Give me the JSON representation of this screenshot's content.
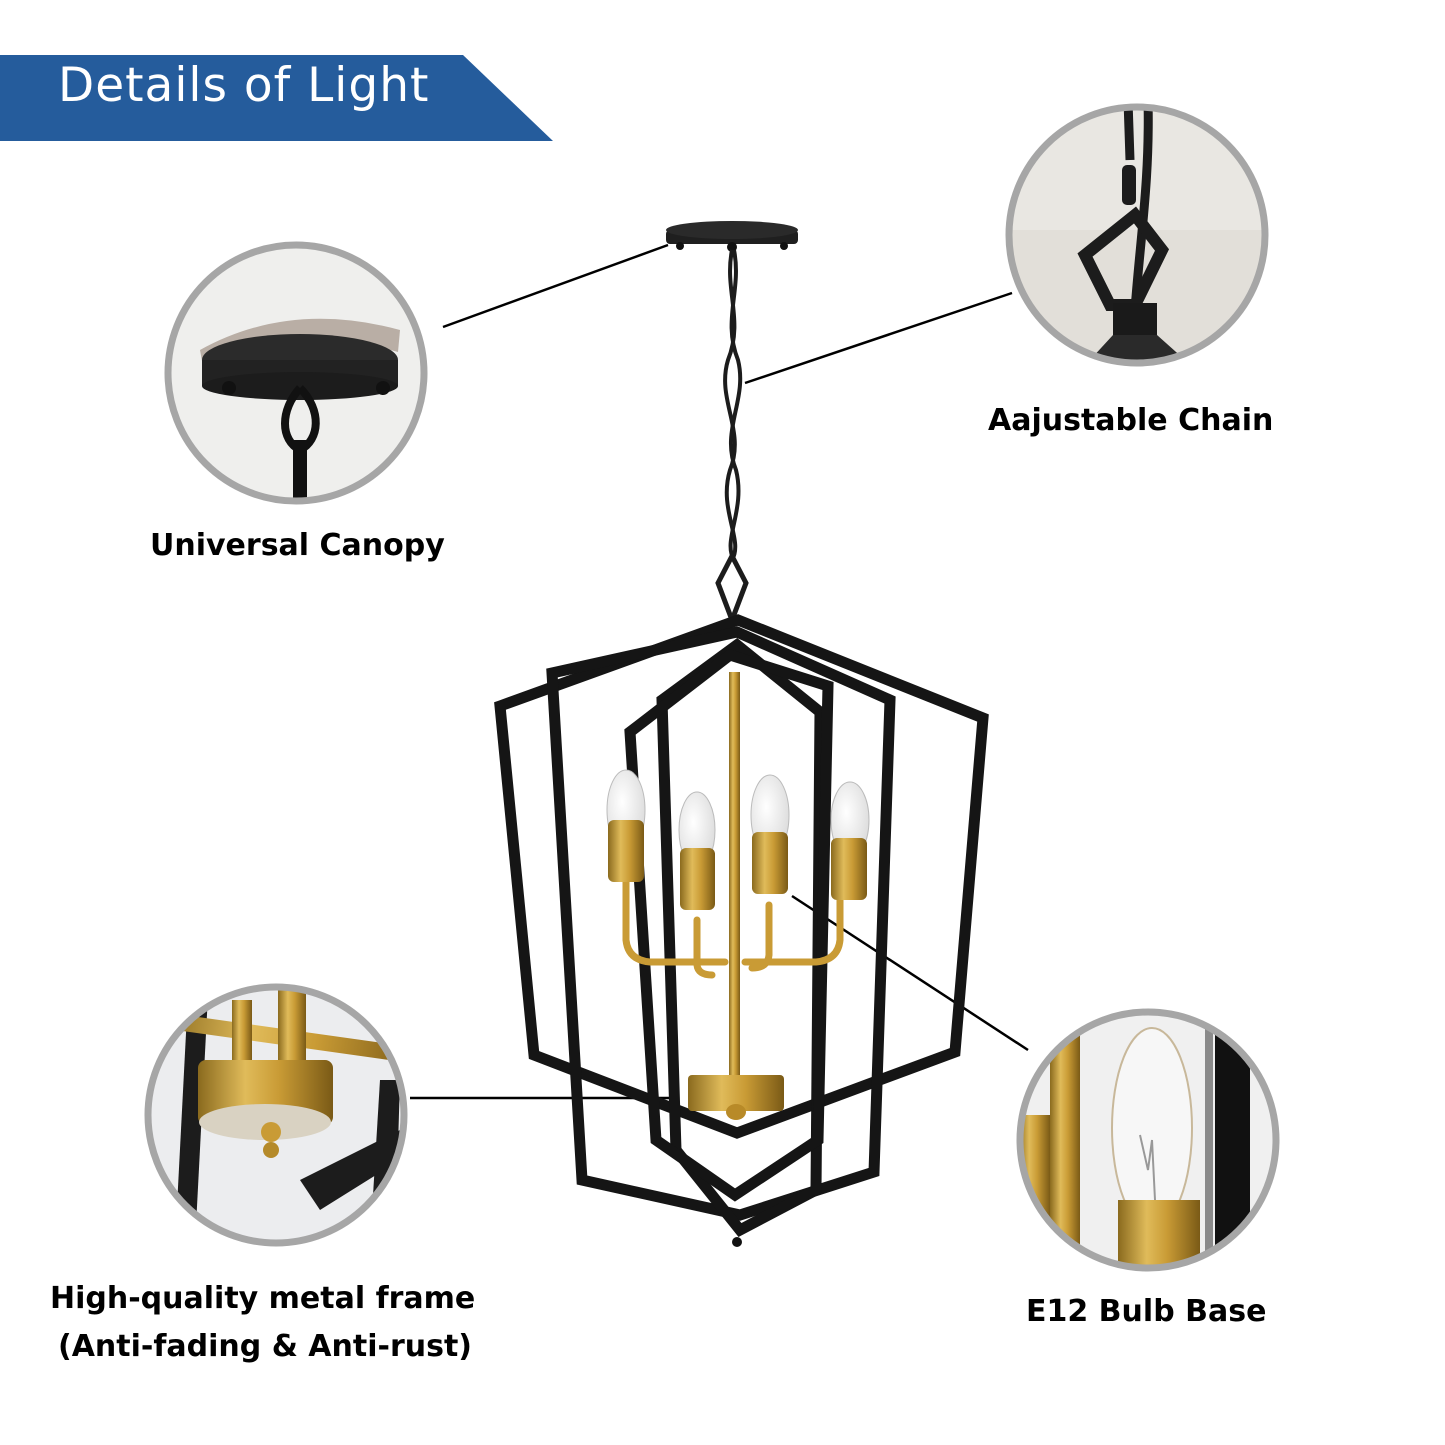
{
  "banner": {
    "title": "Details of Light",
    "color": "#255C9C"
  },
  "callouts": [
    {
      "id": "canopy",
      "label": "Universal Canopy"
    },
    {
      "id": "chain",
      "label": "Aajustable Chain"
    },
    {
      "id": "frame",
      "label_line1": "High-quality metal frame",
      "label_line2": "(Anti-fading & Anti-rust)"
    },
    {
      "id": "bulb",
      "label": "E12 Bulb Base"
    }
  ],
  "product": {
    "bulb_count": "4",
    "frame_color": "#1a1a1a",
    "accent_color": "#C9A03A",
    "circle_border_color": "#A6A6A6"
  }
}
